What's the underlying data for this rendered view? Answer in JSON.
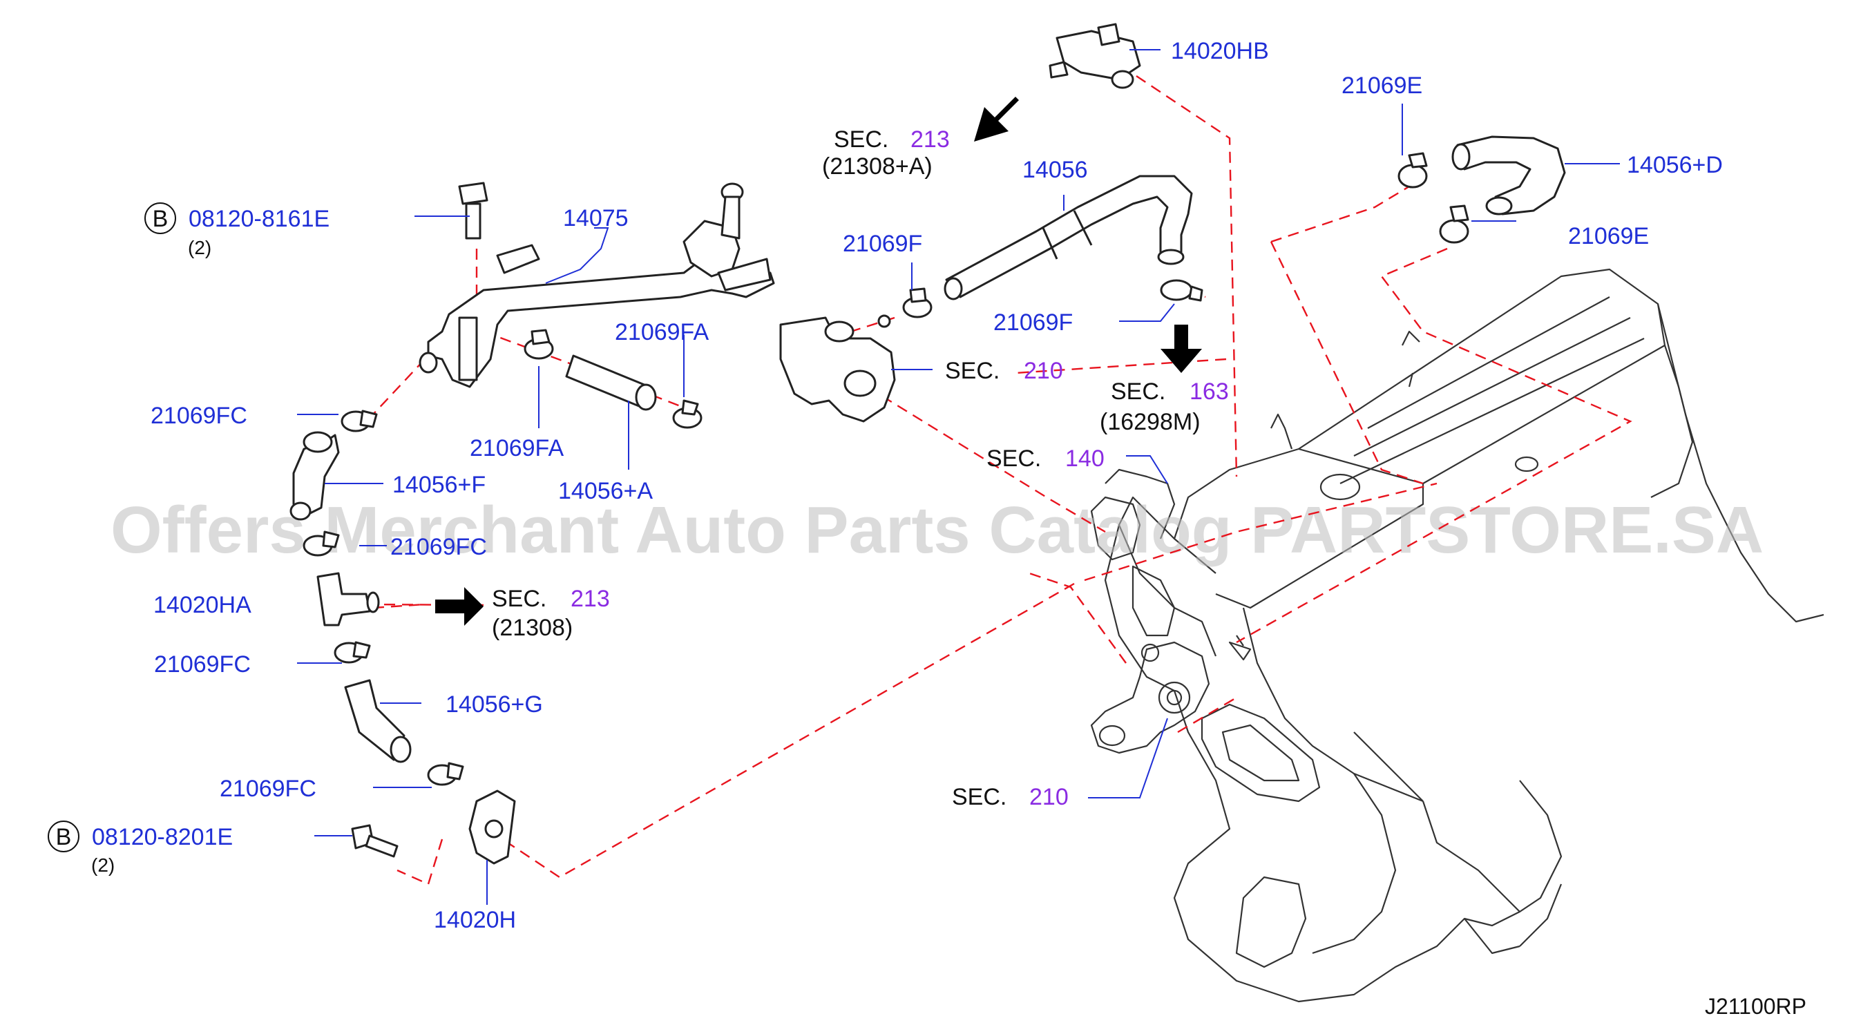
{
  "watermark": "Offers Merchant Auto Parts Catalog PARTSTORE.SA",
  "diagram_code": "J21100RP",
  "bolts": [
    {
      "circle": "B",
      "part": "08120-8161E",
      "qty": "(2)"
    },
    {
      "circle": "B",
      "part": "08120-8201E",
      "qty": "(2)"
    }
  ],
  "parts": {
    "p14075": "14075",
    "p21069FA_top": "21069FA",
    "p21069FA_mid": "21069FA",
    "p14056A": "14056+A",
    "p21069FC_1": "21069FC",
    "p14056F": "14056+F",
    "p21069FC_2": "21069FC",
    "p14020HA": "14020HA",
    "p21069FC_3": "21069FC",
    "p14056G": "14056+G",
    "p21069FC_4": "21069FC",
    "p14020H": "14020H",
    "p14020HB": "14020HB",
    "p14056": "14056",
    "p21069F_1": "21069F",
    "p21069F_2": "21069F",
    "p21069E_1": "21069E",
    "p21069E_2": "21069E",
    "p14056D": "14056+D"
  },
  "sections": [
    {
      "sec": "SEC.",
      "num": "213",
      "ref": "(21308+A)"
    },
    {
      "sec": "SEC.",
      "num": "210",
      "ref": ""
    },
    {
      "sec": "SEC.",
      "num": "163",
      "ref": "(16298M)"
    },
    {
      "sec": "SEC.",
      "num": "140",
      "ref": ""
    },
    {
      "sec": "SEC.",
      "num": "213",
      "ref": "(21308)"
    },
    {
      "sec": "SEC.",
      "num": "210",
      "ref": ""
    }
  ],
  "colors": {
    "part_label": "#1f2fd6",
    "section_number": "#8a2be2",
    "guide_line": "#e8141e",
    "text": "#111111"
  }
}
